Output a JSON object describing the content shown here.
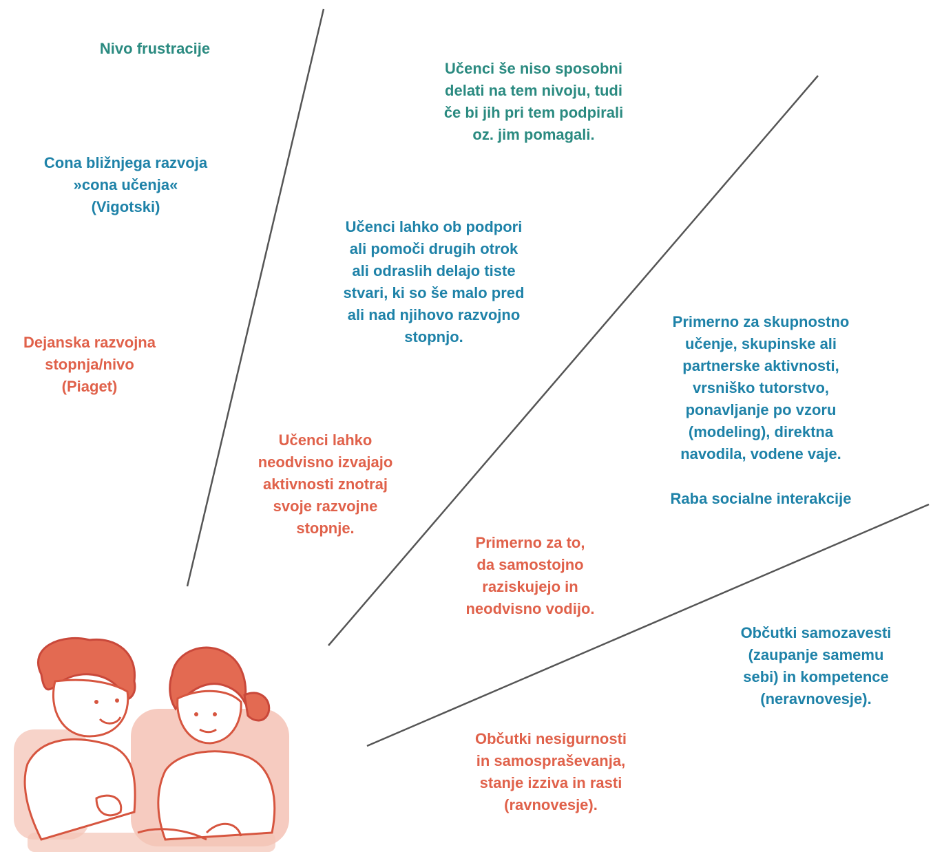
{
  "labels": {
    "frustration_level": "Nivo frustracije",
    "zone_proximal": "Cona bližnjega razvoja\n»cona učenja«\n(Vigotski)",
    "actual_level": "Dejanska razvojna\nstopnja/nivo\n(Piaget)"
  },
  "descriptions": {
    "not_capable": "Učenci še niso sposobni\ndelati na tem nivoju, tudi\nče bi jih pri tem podpirali\noz. jim pomagali.",
    "with_support": "Učenci lahko ob podpori\nali pomoči drugih otrok\nali odraslih delajo tiste\nstvari, ki so še malo pred\nali nad njihovo razvojno\nstopnjo.",
    "independent": "Učenci lahko\nneodvisno izvajajo\naktivnosti znotraj\nsvoje razvojne\nstopnje."
  },
  "suitable": {
    "group_learning": "Primerno za skupnostno\nučenje, skupinske ali\npartnerske aktivnosti,\nvrsniško tutorstvo,\nponavljanje po vzoru\n(modeling), direktna\nnavodila, vodene vaje.",
    "social_interaction": "Raba socialne interakcije",
    "independent_explore": "Primerno za to,\nda samostojno\nraziskujejo in\nneodvisno vodijo."
  },
  "feelings": {
    "confidence": "Občutki samozavesti\n(zaupanje samemu\nsebi) in kompetence\n(neravnovesje).",
    "insecurity": "Občutki nesigurnosti\nin samospraševanja,\nstanje izziva in rasti\n(ravnovesje)."
  },
  "colors": {
    "teal": "#2a8a80",
    "blue": "#1e82a8",
    "red": "#e0614a",
    "line": "#555555"
  },
  "illustration": "two-children-reading-illustration"
}
